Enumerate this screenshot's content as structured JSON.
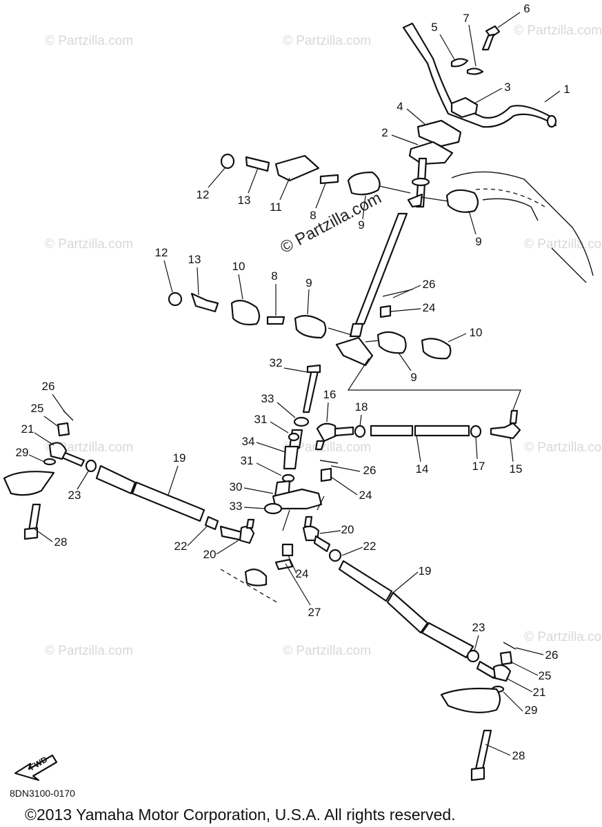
{
  "watermark": {
    "text": "© Partzilla.com",
    "center_text": "© Partzilla.com"
  },
  "diagram_code": "8DN3100-0170",
  "fwd_label": "FWD",
  "copyright": "©2013  Yamaha Motor Corporation, U.S.A. All rights reserved.",
  "callouts": [
    {
      "id": "c1",
      "label": "1"
    },
    {
      "id": "c2",
      "label": "2"
    },
    {
      "id": "c3",
      "label": "3"
    },
    {
      "id": "c4",
      "label": "4"
    },
    {
      "id": "c5",
      "label": "5"
    },
    {
      "id": "c6",
      "label": "6"
    },
    {
      "id": "c7",
      "label": "7"
    },
    {
      "id": "c8a",
      "label": "8"
    },
    {
      "id": "c8b",
      "label": "8"
    },
    {
      "id": "c9a",
      "label": "9"
    },
    {
      "id": "c9b",
      "label": "9"
    },
    {
      "id": "c9c",
      "label": "9"
    },
    {
      "id": "c9d",
      "label": "9"
    },
    {
      "id": "c10a",
      "label": "10"
    },
    {
      "id": "c10b",
      "label": "10"
    },
    {
      "id": "c11",
      "label": "11"
    },
    {
      "id": "c12a",
      "label": "12"
    },
    {
      "id": "c12b",
      "label": "12"
    },
    {
      "id": "c13a",
      "label": "13"
    },
    {
      "id": "c13b",
      "label": "13"
    },
    {
      "id": "c14",
      "label": "14"
    },
    {
      "id": "c15",
      "label": "15"
    },
    {
      "id": "c16",
      "label": "16"
    },
    {
      "id": "c17",
      "label": "17"
    },
    {
      "id": "c18",
      "label": "18"
    },
    {
      "id": "c19a",
      "label": "19"
    },
    {
      "id": "c19b",
      "label": "19"
    },
    {
      "id": "c20a",
      "label": "20"
    },
    {
      "id": "c20b",
      "label": "20"
    },
    {
      "id": "c21a",
      "label": "21"
    },
    {
      "id": "c21b",
      "label": "21"
    },
    {
      "id": "c22a",
      "label": "22"
    },
    {
      "id": "c22b",
      "label": "22"
    },
    {
      "id": "c23a",
      "label": "23"
    },
    {
      "id": "c23b",
      "label": "23"
    },
    {
      "id": "c24a",
      "label": "24"
    },
    {
      "id": "c24b",
      "label": "24"
    },
    {
      "id": "c24c",
      "label": "24"
    },
    {
      "id": "c25a",
      "label": "25"
    },
    {
      "id": "c25b",
      "label": "25"
    },
    {
      "id": "c26a",
      "label": "26"
    },
    {
      "id": "c26b",
      "label": "26"
    },
    {
      "id": "c26c",
      "label": "26"
    },
    {
      "id": "c26d",
      "label": "26"
    },
    {
      "id": "c27",
      "label": "27"
    },
    {
      "id": "c28a",
      "label": "28"
    },
    {
      "id": "c28b",
      "label": "28"
    },
    {
      "id": "c29a",
      "label": "29"
    },
    {
      "id": "c29b",
      "label": "29"
    },
    {
      "id": "c30",
      "label": "30"
    },
    {
      "id": "c31a",
      "label": "31"
    },
    {
      "id": "c31b",
      "label": "31"
    },
    {
      "id": "c32",
      "label": "32"
    },
    {
      "id": "c33a",
      "label": "33"
    },
    {
      "id": "c33b",
      "label": "33"
    },
    {
      "id": "c34",
      "label": "34"
    }
  ]
}
